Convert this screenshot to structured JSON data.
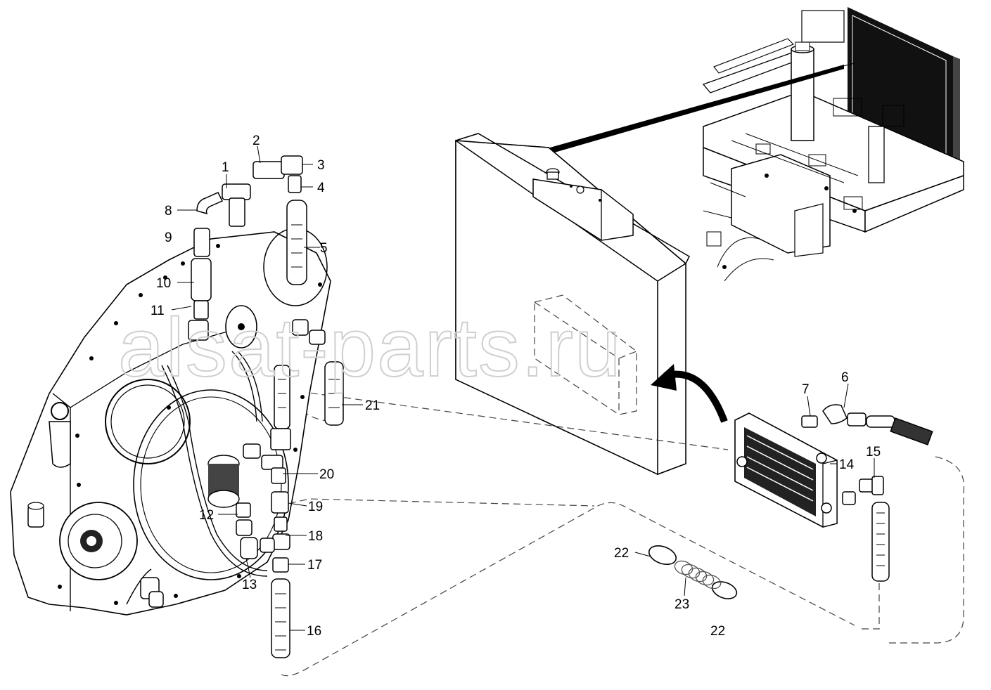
{
  "watermark": "alsat-parts.ru",
  "callouts": [
    {
      "id": "c1",
      "label": "1"
    },
    {
      "id": "c2",
      "label": "2"
    },
    {
      "id": "c3",
      "label": "3"
    },
    {
      "id": "c4",
      "label": "4"
    },
    {
      "id": "c5",
      "label": "5"
    },
    {
      "id": "c6",
      "label": "6"
    },
    {
      "id": "c7",
      "label": "7"
    },
    {
      "id": "c8",
      "label": "8"
    },
    {
      "id": "c9",
      "label": "9"
    },
    {
      "id": "c10",
      "label": "10"
    },
    {
      "id": "c11",
      "label": "11"
    },
    {
      "id": "c12",
      "label": "12"
    },
    {
      "id": "c13",
      "label": "13"
    },
    {
      "id": "c14",
      "label": "14"
    },
    {
      "id": "c15",
      "label": "15"
    },
    {
      "id": "c16",
      "label": "16"
    },
    {
      "id": "c17",
      "label": "17"
    },
    {
      "id": "c18",
      "label": "18"
    },
    {
      "id": "c19",
      "label": "19"
    },
    {
      "id": "c20",
      "label": "20"
    },
    {
      "id": "c21",
      "label": "21"
    },
    {
      "id": "c22a",
      "label": "22"
    },
    {
      "id": "c22b",
      "label": "22"
    },
    {
      "id": "c23",
      "label": "23"
    }
  ]
}
